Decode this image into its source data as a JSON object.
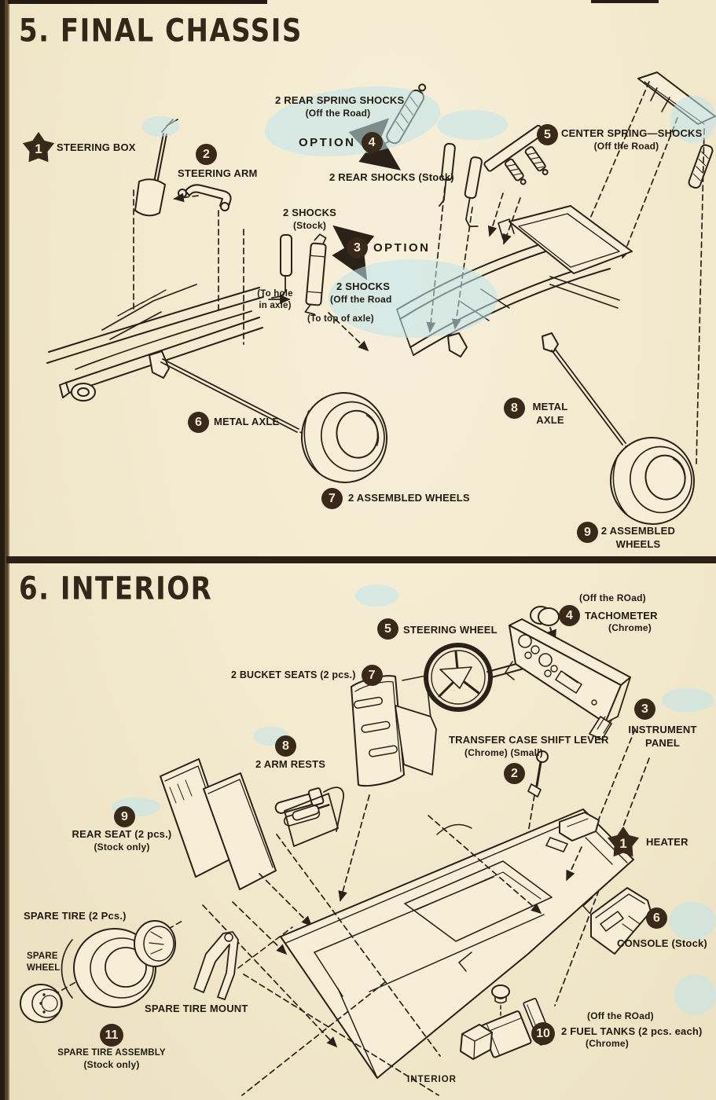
{
  "chassis": {
    "heading": "5. FINAL CHASSIS",
    "steering_box": {
      "num": "1",
      "label": "STEERING BOX"
    },
    "steering_arm": {
      "num": "2",
      "label": "STEERING ARM"
    },
    "rear_spring_shocks": {
      "l1": "2 REAR SPRING SHOCKS",
      "l2": "(Off the Road)"
    },
    "option_4": {
      "word": "OPTION",
      "num": "4"
    },
    "rear_shocks_stock": {
      "label": "2 REAR SHOCKS (Stock)"
    },
    "center_spring_shocks": {
      "num": "5",
      "l1": "CENTER SPRING—SHOCKS",
      "l2": "(Off the Road)"
    },
    "shocks_stock": {
      "l1": "2 SHOCKS",
      "l2": "(Stock)"
    },
    "option_3": {
      "num": "3",
      "word": "OPTION"
    },
    "shocks_off_road": {
      "l1": "2 SHOCKS",
      "l2": "(Off the Road"
    },
    "to_hole": {
      "l1": "(To hole",
      "l2": "in axle)"
    },
    "to_top": {
      "label": "(To top of axle)"
    },
    "metal_axle_left": {
      "num": "6",
      "label": "METAL AXLE"
    },
    "wheels_left": {
      "num": "7",
      "label": "2 ASSEMBLED WHEELS"
    },
    "metal_axle_right": {
      "num": "8",
      "l1": "METAL",
      "l2": "AXLE"
    },
    "wheels_right": {
      "num": "9",
      "l1": "2 ASSEMBLED",
      "l2": "WHEELS"
    }
  },
  "interior": {
    "heading": "6. INTERIOR",
    "tachometer": {
      "pre": "(Off the ROad)",
      "num": "4",
      "label": "TACHOMETER",
      "sub": "(Chrome)"
    },
    "steering_wheel": {
      "num": "5",
      "label": "STEERING WHEEL"
    },
    "bucket_seats": {
      "label": "2 BUCKET SEATS (2 pcs.)",
      "num": "7"
    },
    "arm_rests": {
      "num": "8",
      "label": "2 ARM RESTS"
    },
    "instrument_panel": {
      "num": "3",
      "l1": "INSTRUMENT",
      "l2": "PANEL"
    },
    "transfer_case": {
      "l1": "TRANSFER CASE SHIFT LEVER",
      "l2": "(Chrome) (Small)",
      "num": "2"
    },
    "rear_seat": {
      "num": "9",
      "l1": "REAR SEAT (2 pcs.)",
      "l2": "(Stock only)"
    },
    "heater": {
      "num": "1",
      "label": "HEATER"
    },
    "console": {
      "num": "6",
      "label": "CONSOLE (Stock)"
    },
    "spare_tire": {
      "label": "SPARE TIRE (2 Pcs.)"
    },
    "spare_wheel": {
      "l1": "SPARE",
      "l2": "WHEEL"
    },
    "spare_tire_mount": {
      "label": "SPARE TIRE MOUNT"
    },
    "spare_tire_assembly": {
      "num": "11",
      "l1": "SPARE TIRE ASSEMBLY",
      "l2": "(Stock only)"
    },
    "fuel_tanks": {
      "pre": "(Off the ROad)",
      "num": "10",
      "label": "2 FUEL TANKS (2 pcs. each)",
      "sub": "(Chrome)"
    },
    "caption": "INTERIOR"
  },
  "colors": {
    "paper": "#f2e8cc",
    "ink": "#2a2118",
    "badge": "#38291a",
    "highlight": "#bfe6ef"
  }
}
